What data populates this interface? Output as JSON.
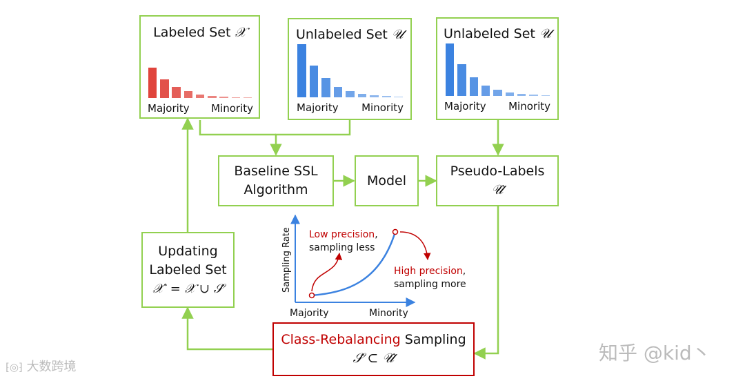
{
  "labeled_set": {
    "title": "Labeled Set",
    "symbol": "𝒳",
    "axis_left": "Majority",
    "axis_right": "Minority",
    "color": "#e0443c",
    "bar_values": [
      1.0,
      0.62,
      0.37,
      0.22,
      0.12,
      0.07,
      0.04,
      0.025,
      0.015
    ]
  },
  "unlabeled_set_1": {
    "title": "Unlabeled Set",
    "symbol": "𝒰",
    "axis_left": "Majority",
    "axis_right": "Minority",
    "color": "#3b82e0",
    "bar_values": [
      1.0,
      0.6,
      0.36,
      0.2,
      0.12,
      0.07,
      0.04,
      0.025,
      0.015
    ]
  },
  "unlabeled_set_2": {
    "title": "Unlabeled Set",
    "symbol": "𝒰",
    "axis_left": "Majority",
    "axis_right": "Minority",
    "color": "#3b82e0",
    "bar_values": [
      1.0,
      0.6,
      0.36,
      0.2,
      0.12,
      0.07,
      0.04,
      0.025,
      0.015
    ]
  },
  "baseline": {
    "line1": "Baseline SSL",
    "line2": "Algorithm"
  },
  "model": {
    "label": "Model"
  },
  "pseudo_labels": {
    "line1": "Pseudo-Labels",
    "symbol": "𝒰̂"
  },
  "updating": {
    "line1": "Updating",
    "line2": "Labeled Set",
    "formula": "𝒳′ = 𝒳 ∪ 𝒮̂"
  },
  "sampling": {
    "highlight": "Class-Rebalancing",
    "rest": " Sampling",
    "formula": "𝒮̂ ⊂ 𝒰̂"
  },
  "curve": {
    "y_label": "Sampling Rate",
    "x_left": "Majority",
    "x_right": "Minority",
    "low_highlight": "Low precision",
    "low_suffix": ",",
    "low_line2": "sampling less",
    "high_highlight": "High precision",
    "high_suffix": ",",
    "high_line2": "sampling more"
  },
  "colors": {
    "arrow": "#92d050",
    "highlight": "#c00000",
    "curve": "#3b82e0",
    "red_bar": "#e0443c",
    "blue_bar": "#3b82e0"
  },
  "watermark": {
    "left": "大数跨境",
    "right": "知乎 @kid丶"
  }
}
